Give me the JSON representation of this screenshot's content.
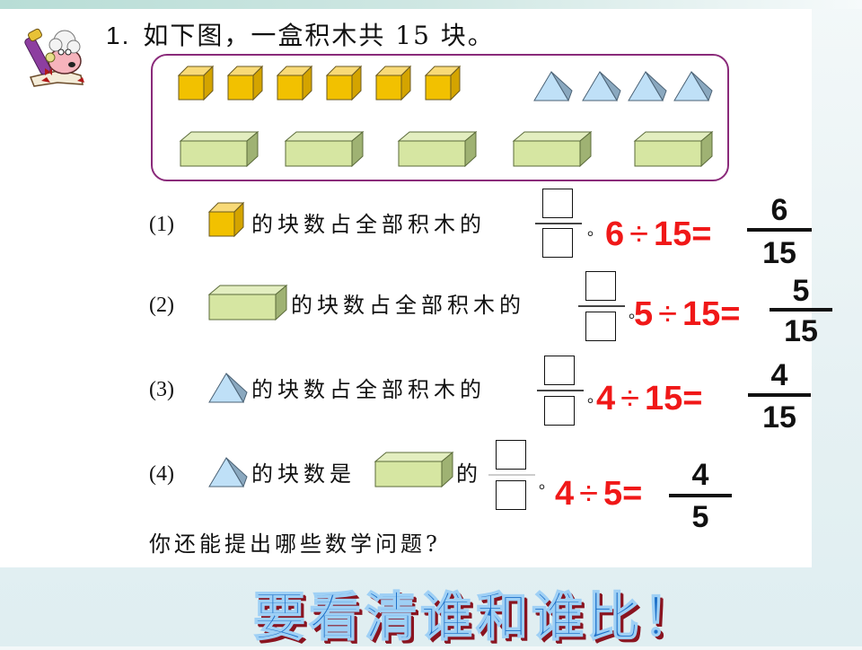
{
  "slide": {
    "title_number": "1.",
    "title_text": "如下图，一盒积木共 15 块。",
    "blocks": {
      "total": 15,
      "cubes": 6,
      "bricks": 5,
      "pyramids": 4,
      "colors": {
        "cube_front": "#f2c100",
        "cube_top": "#f8da78",
        "cube_side": "#d4a400",
        "brick_front": "#d6e6a2",
        "brick_top": "#e3eec0",
        "brick_side": "#9fb273",
        "pyramid_front": "#bfe0f7",
        "pyramid_side": "#8aa8bf",
        "box_border": "#8a2a7a"
      }
    },
    "questions": [
      {
        "label": "(1)",
        "shape": "cube",
        "text": "的块数占全部积木的",
        "answer_equation": {
          "a": "6",
          "op": "÷",
          "b": "15",
          "eq": "="
        },
        "answer_fraction": {
          "numerator": "6",
          "denominator": "15"
        }
      },
      {
        "label": "(2)",
        "shape": "brick",
        "text": "的块数占全部积木的",
        "answer_equation": {
          "a": "5",
          "op": "÷",
          "b": "15",
          "eq": "="
        },
        "answer_fraction": {
          "numerator": "5",
          "denominator": "15"
        }
      },
      {
        "label": "(3)",
        "shape": "pyramid",
        "text": "的块数占全部积木的",
        "answer_equation": {
          "a": "4",
          "op": "÷",
          "b": "15",
          "eq": "="
        },
        "answer_fraction": {
          "numerator": "4",
          "denominator": "15"
        }
      },
      {
        "label": "(4)",
        "shape": "pyramid",
        "text_before": "的块数是",
        "compare_shape": "brick",
        "text_after": "的",
        "answer_equation": {
          "a": "4",
          "op": "÷",
          "b": "5",
          "eq": "="
        },
        "answer_fraction": {
          "numerator": "4",
          "denominator": "5"
        }
      }
    ],
    "punctuation_period": "。",
    "follow_up_question": "你还能提出哪些数学问题?",
    "slogan": "要看清谁和谁比！",
    "colors": {
      "answer_red": "#f01818",
      "slogan_blue": "#1c6fc8",
      "slogan_shadow": "#8a1420"
    }
  }
}
